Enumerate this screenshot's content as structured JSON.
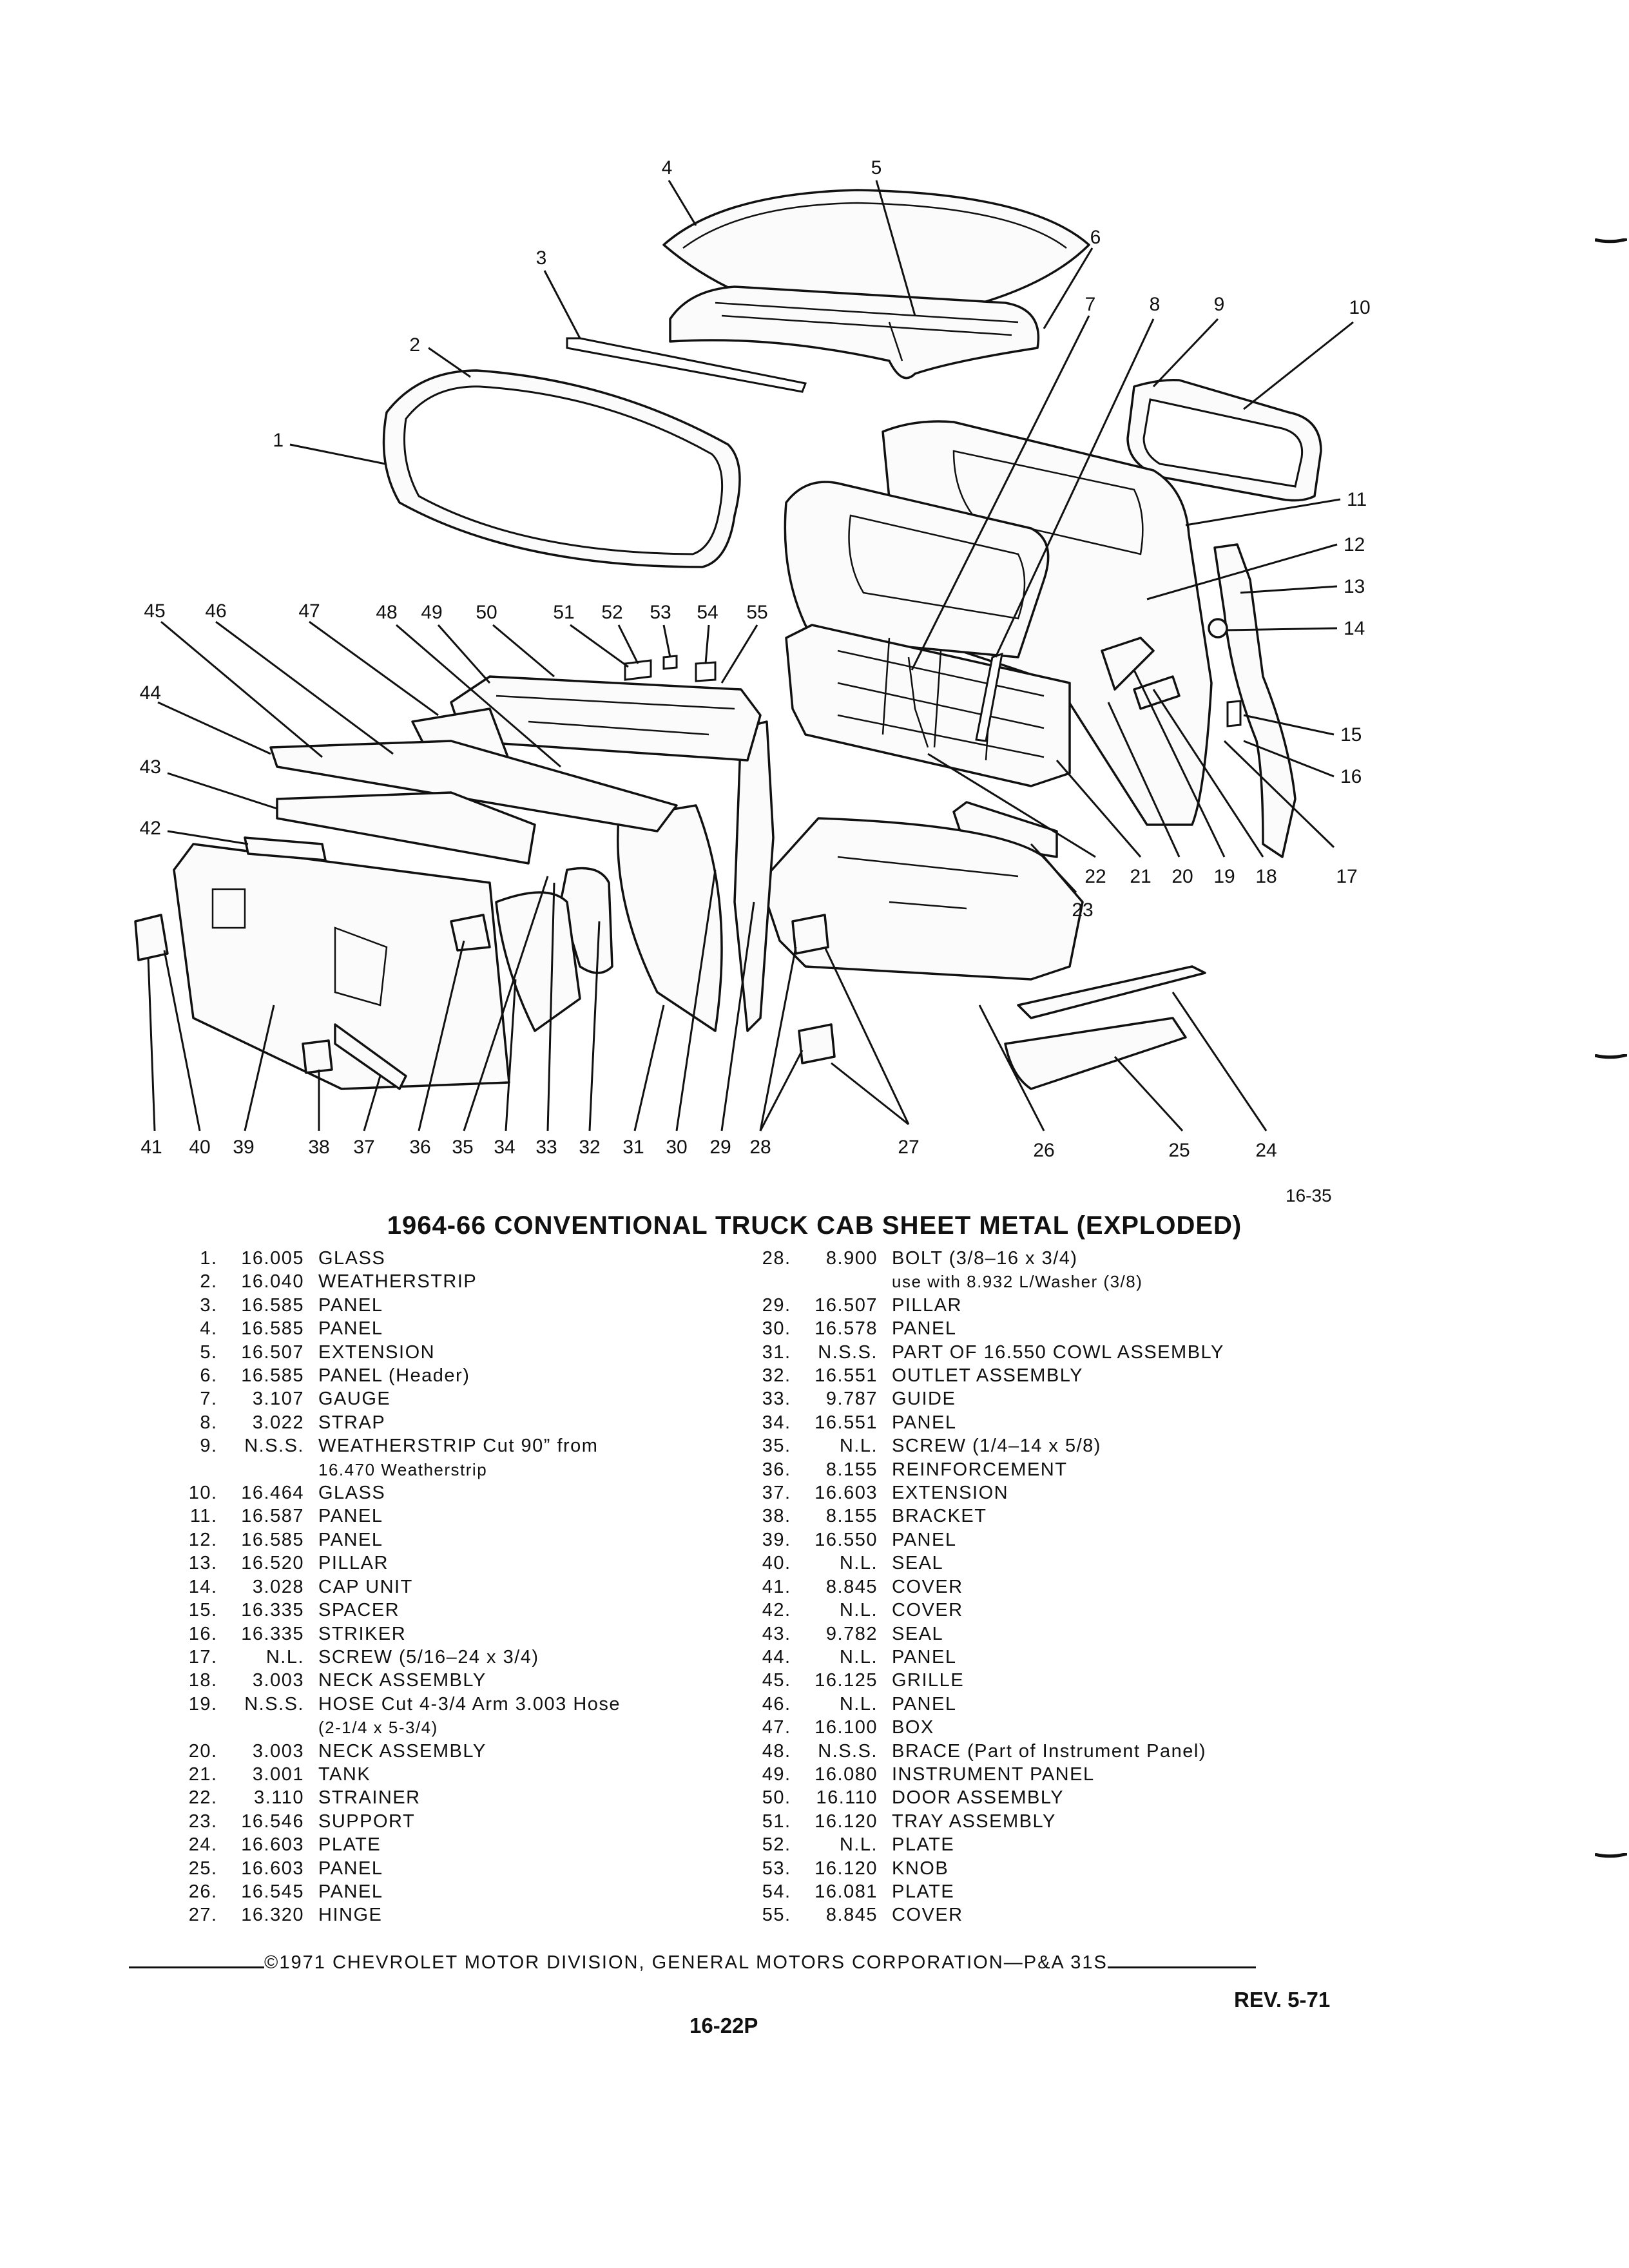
{
  "figure": {
    "callouts": [
      "1",
      "2",
      "3",
      "4",
      "5",
      "6",
      "7",
      "8",
      "9",
      "10",
      "11",
      "12",
      "13",
      "14",
      "15",
      "16",
      "17",
      "18",
      "19",
      "20",
      "21",
      "22",
      "23",
      "24",
      "25",
      "26",
      "27",
      "28",
      "29",
      "30",
      "31",
      "32",
      "33",
      "34",
      "35",
      "36",
      "37",
      "38",
      "39",
      "40",
      "41",
      "42",
      "43",
      "44",
      "45",
      "46",
      "47",
      "48",
      "49",
      "50",
      "51",
      "52",
      "53",
      "54",
      "55"
    ],
    "figure_code": "16-35"
  },
  "title": "1964-66 CONVENTIONAL TRUCK CAB SHEET METAL (EXPLODED)",
  "parts_left": [
    {
      "num": "1",
      "code": "16.005",
      "desc": "GLASS"
    },
    {
      "num": "2",
      "code": "16.040",
      "desc": "WEATHERSTRIP"
    },
    {
      "num": "3",
      "code": "16.585",
      "desc": "PANEL"
    },
    {
      "num": "4",
      "code": "16.585",
      "desc": "PANEL"
    },
    {
      "num": "5",
      "code": "16.507",
      "desc": "EXTENSION"
    },
    {
      "num": "6",
      "code": "16.585",
      "desc": "PANEL (Header)"
    },
    {
      "num": "7",
      "code": "3.107",
      "desc": "GAUGE"
    },
    {
      "num": "8",
      "code": "3.022",
      "desc": "STRAP"
    },
    {
      "num": "9",
      "code": "N.S.S.",
      "desc": "WEATHERSTRIP Cut 90” from",
      "note": "16.470 Weatherstrip"
    },
    {
      "num": "10",
      "code": "16.464",
      "desc": "GLASS"
    },
    {
      "num": "11",
      "code": "16.587",
      "desc": "PANEL"
    },
    {
      "num": "12",
      "code": "16.585",
      "desc": "PANEL"
    },
    {
      "num": "13",
      "code": "16.520",
      "desc": "PILLAR"
    },
    {
      "num": "14",
      "code": "3.028",
      "desc": "CAP UNIT"
    },
    {
      "num": "15",
      "code": "16.335",
      "desc": "SPACER"
    },
    {
      "num": "16",
      "code": "16.335",
      "desc": "STRIKER"
    },
    {
      "num": "17",
      "code": "N.L.",
      "desc": "SCREW (5/16–24 x 3/4)"
    },
    {
      "num": "18",
      "code": "3.003",
      "desc": "NECK ASSEMBLY"
    },
    {
      "num": "19",
      "code": "N.S.S.",
      "desc": "HOSE Cut 4-3/4 Arm 3.003 Hose",
      "note": "(2-1/4 x 5-3/4)"
    },
    {
      "num": "20",
      "code": "3.003",
      "desc": "NECK ASSEMBLY"
    },
    {
      "num": "21",
      "code": "3.001",
      "desc": "TANK"
    },
    {
      "num": "22",
      "code": "3.110",
      "desc": "STRAINER"
    },
    {
      "num": "23",
      "code": "16.546",
      "desc": "SUPPORT"
    },
    {
      "num": "24",
      "code": "16.603",
      "desc": "PLATE"
    },
    {
      "num": "25",
      "code": "16.603",
      "desc": "PANEL"
    },
    {
      "num": "26",
      "code": "16.545",
      "desc": "PANEL"
    },
    {
      "num": "27",
      "code": "16.320",
      "desc": "HINGE"
    }
  ],
  "parts_right": [
    {
      "num": "28",
      "code": "8.900",
      "desc": "BOLT (3/8–16 x 3/4)",
      "note": "use with 8.932 L/Washer (3/8)"
    },
    {
      "num": "29",
      "code": "16.507",
      "desc": "PILLAR"
    },
    {
      "num": "30",
      "code": "16.578",
      "desc": "PANEL"
    },
    {
      "num": "31",
      "code": "N.S.S.",
      "desc": "PART OF 16.550 COWL ASSEMBLY"
    },
    {
      "num": "32",
      "code": "16.551",
      "desc": "OUTLET ASSEMBLY"
    },
    {
      "num": "33",
      "code": "9.787",
      "desc": "GUIDE"
    },
    {
      "num": "34",
      "code": "16.551",
      "desc": "PANEL"
    },
    {
      "num": "35",
      "code": "N.L.",
      "desc": "SCREW (1/4–14 x 5/8)"
    },
    {
      "num": "36",
      "code": "8.155",
      "desc": "REINFORCEMENT"
    },
    {
      "num": "37",
      "code": "16.603",
      "desc": "EXTENSION"
    },
    {
      "num": "38",
      "code": "8.155",
      "desc": "BRACKET"
    },
    {
      "num": "39",
      "code": "16.550",
      "desc": "PANEL"
    },
    {
      "num": "40",
      "code": "N.L.",
      "desc": "SEAL"
    },
    {
      "num": "41",
      "code": "8.845",
      "desc": "COVER"
    },
    {
      "num": "42",
      "code": "N.L.",
      "desc": "COVER"
    },
    {
      "num": "43",
      "code": "9.782",
      "desc": "SEAL"
    },
    {
      "num": "44",
      "code": "N.L.",
      "desc": "PANEL"
    },
    {
      "num": "45",
      "code": "16.125",
      "desc": "GRILLE"
    },
    {
      "num": "46",
      "code": "N.L.",
      "desc": "PANEL"
    },
    {
      "num": "47",
      "code": "16.100",
      "desc": "BOX"
    },
    {
      "num": "48",
      "code": "N.S.S.",
      "desc": "BRACE (Part of Instrument Panel)"
    },
    {
      "num": "49",
      "code": "16.080",
      "desc": "INSTRUMENT PANEL"
    },
    {
      "num": "50",
      "code": "16.110",
      "desc": "DOOR ASSEMBLY"
    },
    {
      "num": "51",
      "code": "16.120",
      "desc": "TRAY ASSEMBLY"
    },
    {
      "num": "52",
      "code": "N.L.",
      "desc": "PLATE"
    },
    {
      "num": "53",
      "code": "16.120",
      "desc": "KNOB"
    },
    {
      "num": "54",
      "code": "16.081",
      "desc": "PLATE"
    },
    {
      "num": "55",
      "code": "8.845",
      "desc": "COVER"
    }
  ],
  "footer": {
    "copyright": "©1971 CHEVROLET MOTOR DIVISION, GENERAL MOTORS CORPORATION—P&A 31S",
    "revision": "REV. 5-71",
    "page": "16-22P"
  }
}
